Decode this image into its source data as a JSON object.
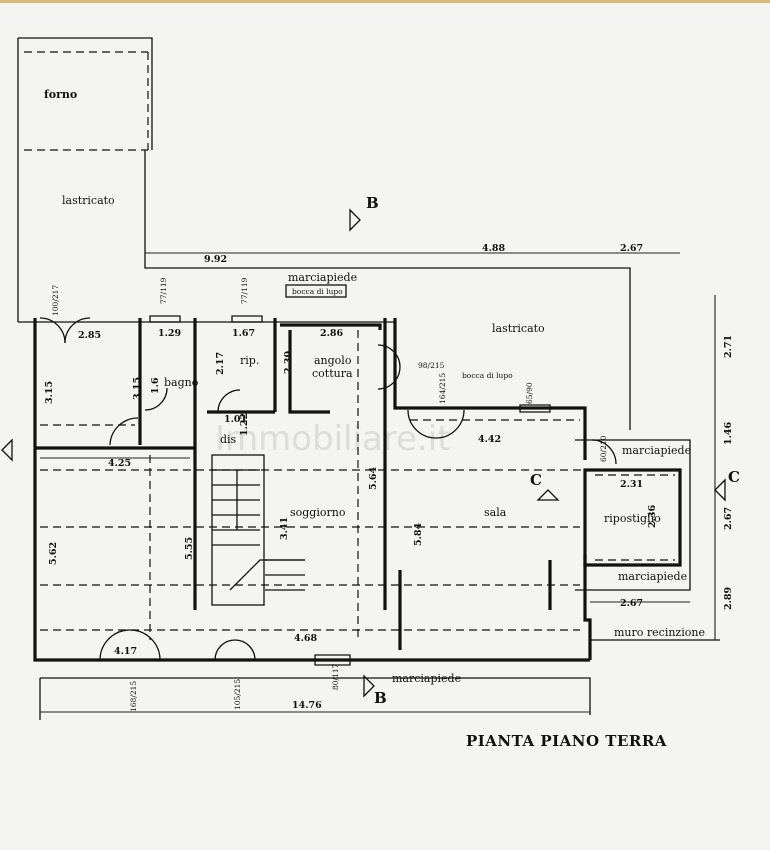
{
  "title": "PIANTA PIANO TERRA",
  "watermark": "Immobiliare.it",
  "rooms": {
    "forno": "forno",
    "lastricato_top": "lastricato",
    "lastricato_right": "lastricato",
    "bagno": "bagno",
    "rip": "rip.",
    "angolo": "angolo",
    "cottura": "cottura",
    "dis": "dis",
    "soggiorno": "soggiorno",
    "sala": "sala",
    "ripostiglio": "ripostiglio"
  },
  "labels": {
    "marciapiede_top": "marciapiede",
    "bocca_lupo_1": "bocca di lupo",
    "bocca_lupo_2": "bocca di lupo",
    "marciapiede_right_top": "marciapiede",
    "marciapiede_right_bottom": "marciapiede",
    "marciapiede_bottom": "marciapiede",
    "muro": "muro recinzione"
  },
  "section_marks": {
    "b_top": "B",
    "b_bottom": "B",
    "c_left": "C",
    "c_right": "C"
  },
  "dimensions": {
    "d_992": "9.92",
    "d_488": "4.88",
    "d_267_top": "2.67",
    "d_285": "2.85",
    "d_129": "1.29",
    "d_167": "1.67",
    "d_286": "2.86",
    "d_315a": "3.15",
    "d_315b": "3.15",
    "d_16": "1.6",
    "d_217": "2.17",
    "d_230": "2.30",
    "d_101": "1.01",
    "d_122": "1.22",
    "d_425": "4.25",
    "d_442": "4.42",
    "d_562": "5.62",
    "d_555": "5.55",
    "d_341": "3.41",
    "d_564": "5.64",
    "d_584": "5.84",
    "d_231": "2.31",
    "d_236": "2.36",
    "d_267_bottom": "2.67",
    "d_417": "4.17",
    "d_468": "4.68",
    "d_1476": "14.76",
    "d_271": "2.71",
    "d_146": "1.46",
    "d_267_v": "2.67",
    "d_289": "2.89",
    "d_100_217": "100/217",
    "d_77_119a": "77/119",
    "d_77_119b": "77/119",
    "d_98_215": "98/215",
    "d_164_215": "164/215",
    "d_65_90": "65/90",
    "d_60_210": "60/210",
    "d_168_215": "168/215",
    "d_105_215": "105/215",
    "d_80_117": "80/117"
  }
}
